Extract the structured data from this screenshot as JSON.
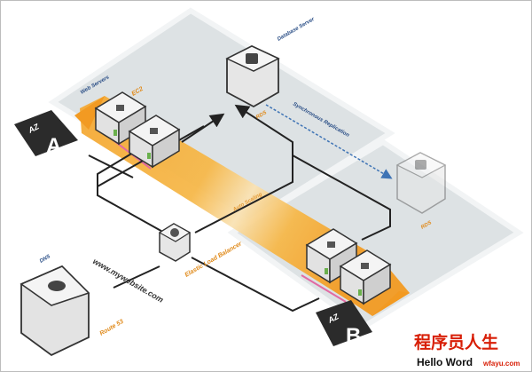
{
  "labels": {
    "web_servers": "Web Servers",
    "ec2": "EC2",
    "database_server": "Database Server",
    "rds_a": "RDS",
    "rds_b": "RDS",
    "sync_replication": "Synchronous Replication",
    "elb": "Elastic Load Balancer",
    "dns": "DNS",
    "route53": "Route 53",
    "website": "www.mywebsite.com",
    "az_a_prefix": "AZ",
    "az_a_letter": "A",
    "az_b_prefix": "AZ",
    "az_b_letter": "B",
    "autoscaling": "Auto Scaling"
  },
  "watermark": {
    "title": "程序员人生",
    "line1": "Hello Word",
    "line2": "wfayu.com"
  },
  "colors": {
    "band": "#f0a02a",
    "zone": "#dfe4e6",
    "zone_edge": "#f4f6f7",
    "server": "#e8e8e8",
    "az_tag": "#2b2b2b",
    "watermark_red": "#d81e06",
    "replication": "#3f74b5"
  }
}
